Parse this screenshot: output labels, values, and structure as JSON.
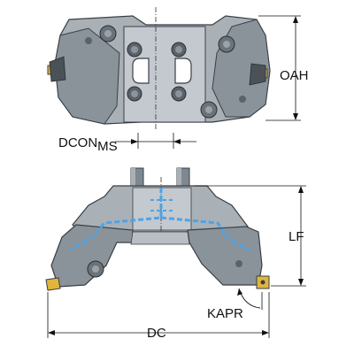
{
  "labels": {
    "oah": "OAH",
    "dcon": "DCON",
    "dcon_sub": "MS",
    "lf": "LF",
    "kapr": "KAPR",
    "dc": "DC"
  },
  "colors": {
    "body_dark": "#7f8890",
    "body_mid": "#a9b0b6",
    "body_light": "#cfd4d8",
    "outline": "#3a3f44",
    "coolant": "#4da3e8",
    "insert_gold": "#e0b53c",
    "dimension": "#111111"
  }
}
